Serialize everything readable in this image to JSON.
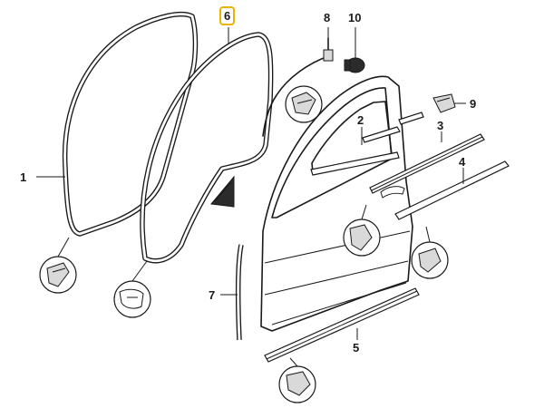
{
  "callouts": {
    "c1": "1",
    "c2": "2",
    "c3": "3",
    "c4": "4",
    "c5": "5",
    "c6": "6",
    "c7": "7",
    "c8": "8",
    "c9": "9",
    "c10": "10"
  },
  "highlight_color": "#e8b400",
  "highlighted_callout": "6"
}
